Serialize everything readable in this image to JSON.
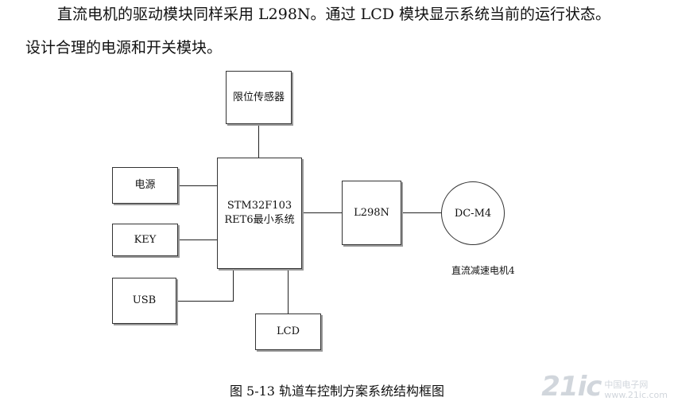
{
  "paragraph": {
    "line1": "直流电机的驱动模块同样采用 L298N。通过 LCD 模块显示系统当前的运行状态。",
    "line2": "设计合理的电源和开关模块。"
  },
  "diagram": {
    "sensor": "限位传感器",
    "mcu": "STM32F103RET6最小系统",
    "power": "电源",
    "key": "KEY",
    "usb": "USB",
    "lcd": "LCD",
    "driver": "L298N",
    "motor": "DC-M4",
    "motor_caption": "直流减速电机4"
  },
  "caption": "图 5-13 轨道车控制方案系统结构框图",
  "watermark": {
    "logo": "21ic",
    "site_cn": "中国电子网",
    "site_url": "www.21ic.com"
  }
}
